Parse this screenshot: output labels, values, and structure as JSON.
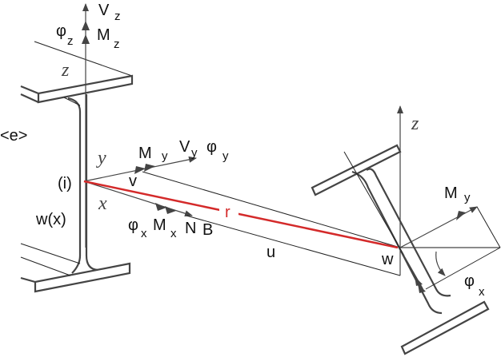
{
  "labels": {
    "element": "<e>",
    "node_i": "(i)",
    "w_x": "w(x)",
    "axis_z_left": "z",
    "axis_y": "y",
    "axis_x": "x",
    "axis_z_right": "z",
    "v": "v",
    "u": "u",
    "w": "w",
    "r": "r",
    "Vz": "V",
    "Vz_sub": "z",
    "Mz": "M",
    "Mz_sub": "z",
    "phiz": "φ",
    "phiz_sub": "z",
    "My_left": "M",
    "My_left_sub": "y",
    "Vy": "V",
    "Vy_sub": "y",
    "phiy": "φ",
    "phiy_sub": "y",
    "phix_left": "φ",
    "phix_left_sub": "x",
    "Mx": "M",
    "Mx_sub": "x",
    "N": "N",
    "B": "B",
    "My_right": "M",
    "My_right_sub": "y",
    "phix_right": "φ",
    "phix_right_sub": "x"
  },
  "colors": {
    "red_line": "#d42a2a",
    "line": "#444444"
  }
}
